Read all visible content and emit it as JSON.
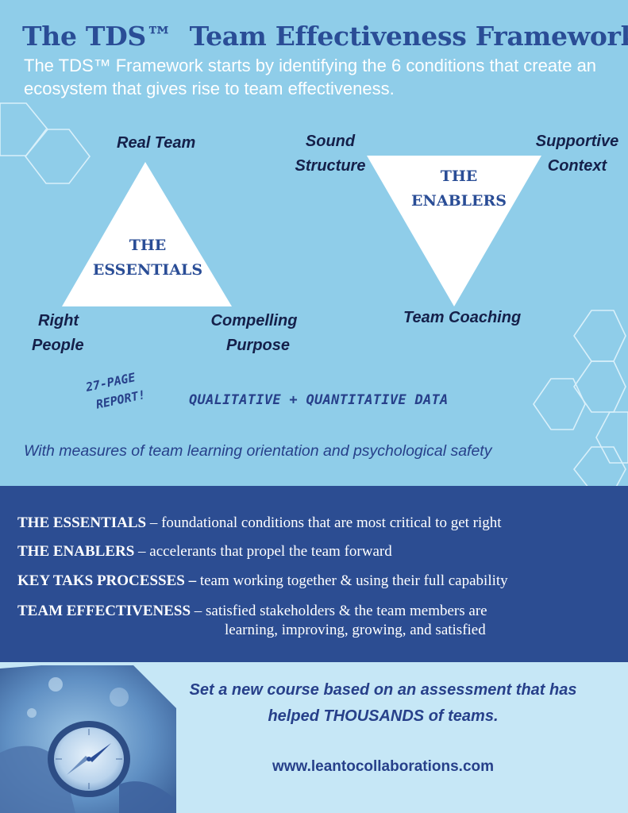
{
  "header": {
    "title_part1": "The TDS™",
    "title_part2": "Team Effectiveness Framework",
    "subtitle": "The TDS™ Framework starts by identifying the 6 conditions that create an ecosystem that gives rise to team effectiveness."
  },
  "essentials_triangle": {
    "line1": "THE",
    "line2": "ESSENTIALS",
    "top_label": "Real Team",
    "left_label_1": "Right",
    "left_label_2": "People",
    "right_label_1": "Compelling",
    "right_label_2": "Purpose"
  },
  "enablers_triangle": {
    "line1": "THE",
    "line2": "ENABLERS",
    "left_label_1": "Sound",
    "left_label_2": "Structure",
    "right_label_1": "Supportive",
    "right_label_2": "Context",
    "bottom_label": "Team Coaching"
  },
  "report": {
    "note_line1": "27-PAGE",
    "note_line2": "REPORT!",
    "data_text": "QUALITATIVE + QUANTITATIVE DATA",
    "measures": "With measures of team learning orientation and  psychological safety"
  },
  "definitions": [
    {
      "term": "THE ESSENTIALS",
      "sep": " –  ",
      "desc": "foundational conditions that are most critical to get right"
    },
    {
      "term": "THE ENABLERS",
      "sep": " – ",
      "desc": "accelerants that propel the team forward"
    },
    {
      "term": "KEY TAKS PROCESSES –",
      "sep": "  ",
      "desc": "team working together & using their full capability"
    },
    {
      "term": "TEAM EFFECTIVENESS",
      "sep": " –  ",
      "desc": "satisfied stakeholders &  the team members are",
      "desc2": "learning, improving, growing, and satisfied"
    }
  ],
  "cta": {
    "line1": "Set a new course based on an assessment that has",
    "line2": "helped THOUSANDS of teams.",
    "url": "www.leantocollaborations.com"
  },
  "colors": {
    "background": "#8fcde9",
    "navy": "#2a4d96",
    "band": "#2c4d92",
    "bottom": "#c6e7f6"
  },
  "icons": [
    "hexagon-outline-icon",
    "compass-photo"
  ]
}
